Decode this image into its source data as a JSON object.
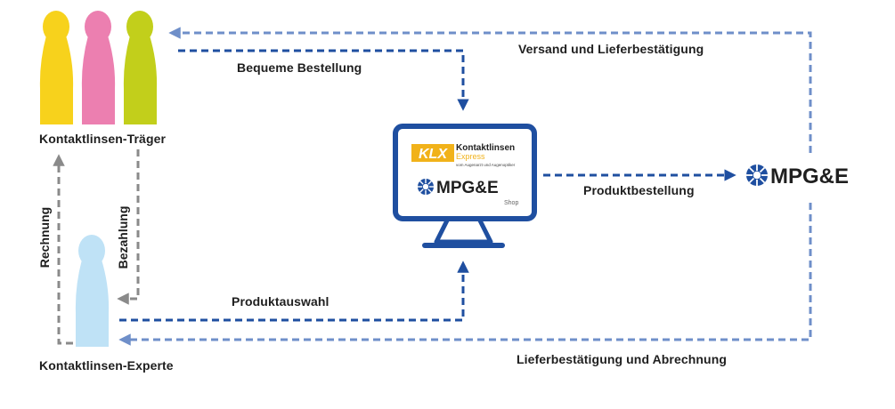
{
  "labels": {
    "wearer": "Kontaktlinsen-Träger",
    "expert": "Kontaktlinsen-Experte",
    "convenient_order": "Bequeme Bestellung",
    "shipping": "Versand und Lieferbestätigung",
    "product_order": "Produktbestellung",
    "product_selection": "Produktauswahl",
    "delivery_billing": "Lieferbestätigung und Abrechnung",
    "invoice": "Rechnung",
    "payment": "Bezahlung"
  },
  "shop": {
    "klx_logo": "KLX",
    "klx_title": "Kontaktlinsen",
    "klx_subtitle": "Express",
    "klx_tagline": "vom Augenarzt und Augenoptiker",
    "mpg_logo": "MPG&E",
    "shop_label": "Shop"
  },
  "partner": {
    "logo": "MPG&E"
  },
  "colors": {
    "figure_yellow": "#f7d21c",
    "figure_pink": "#ec7fb0",
    "figure_green": "#c2cf1b",
    "figure_light_blue": "#bfe2f6",
    "arrow_dark_blue": "#1f4fa0",
    "arrow_light_blue": "#6f8fc9",
    "arrow_gray": "#8a8a8a",
    "monitor_blue": "#1f4fa0",
    "klx_gold": "#f1b21a"
  }
}
